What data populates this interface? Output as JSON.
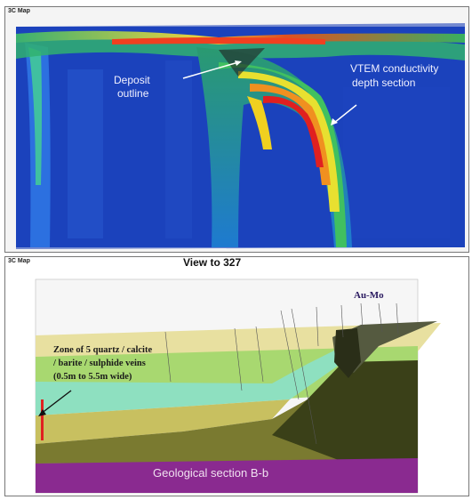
{
  "top_panel": {
    "label": "3C Map",
    "annotations": {
      "deposit_line1": "Deposit",
      "deposit_line2": "outline",
      "vtem_line1": "VTEM conductivity",
      "vtem_line2": "depth section"
    },
    "colors": {
      "background": "#1c48c4",
      "high": "#e02020",
      "mid": "#f0e020",
      "low": "#30c070"
    }
  },
  "bottom_panel": {
    "label": "3C Map",
    "view_title": "View to 327",
    "corner_label": "Au-Mo",
    "zone_note": [
      "Zone of 5 quartz / calcite",
      "/ barite / sulphide veins",
      "(0.5m to 5.5m wide)"
    ],
    "section_title": "Geological section B-b",
    "colors": {
      "upper": "#e8e0a0",
      "green": "#a8d870",
      "teal": "#8ee0c0",
      "olive": "#7a7a30",
      "dark": "#3a4018",
      "purple": "#8a2a90"
    }
  }
}
